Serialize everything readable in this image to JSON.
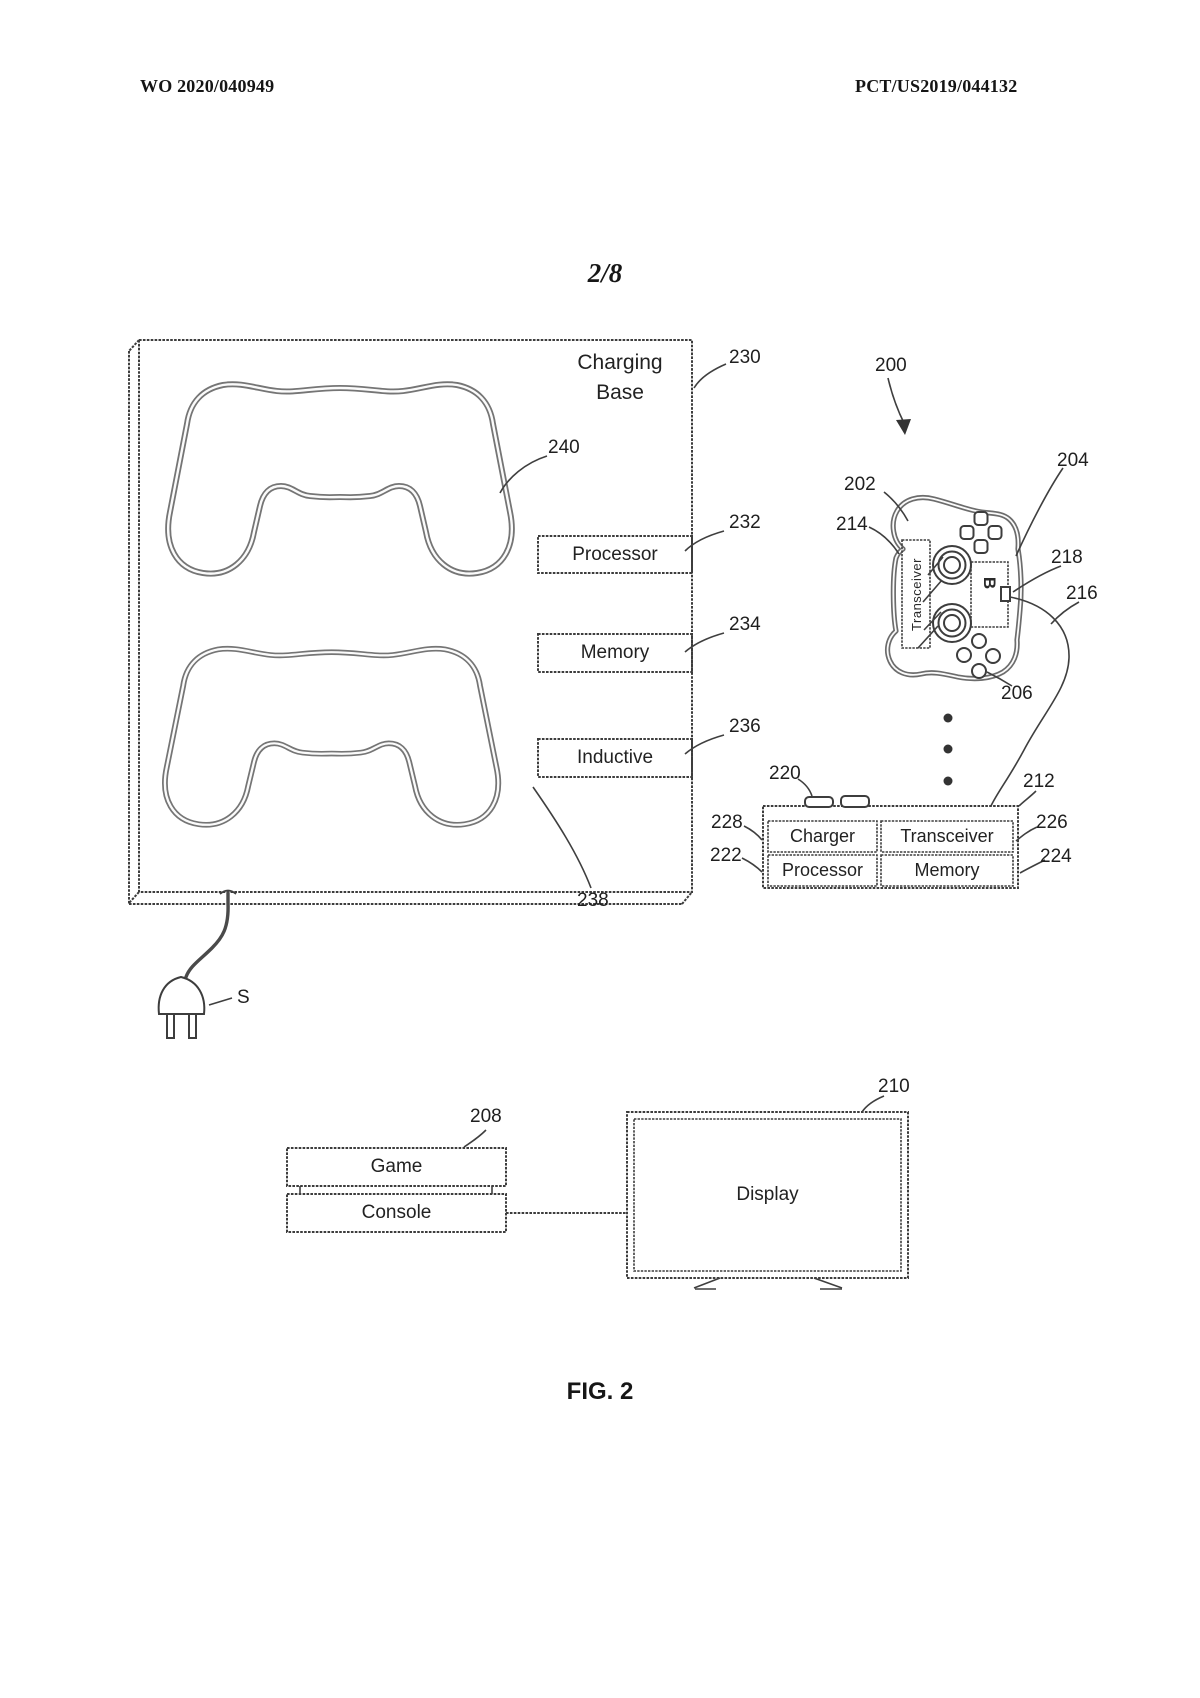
{
  "page": {
    "header_left": "WO 2020/040949",
    "header_right": "PCT/US2019/044132",
    "page_number": "2/8",
    "figure_caption": "FIG. 2"
  },
  "charging_base": {
    "ref": "230",
    "title_line1": "Charging",
    "title_line2": "Base",
    "controller_slot_ref": "240",
    "component_boxes": [
      {
        "label": "Processor",
        "ref": "232"
      },
      {
        "label": "Memory",
        "ref": "234"
      },
      {
        "label": "Inductive",
        "ref": "236"
      }
    ],
    "base_ref": "238",
    "power_plug_label": "S"
  },
  "controller": {
    "system_ref": "200",
    "controller_ref": "202",
    "transceiver_label": "Transceiver",
    "transceiver_ref": "214",
    "right_side_ref": "204",
    "port_ref": "218",
    "cable_ref": "216",
    "buttons_ref": "206",
    "button_label": "B"
  },
  "charging_station": {
    "station_ref": "212",
    "contacts_ref": "220",
    "cells": {
      "charger": {
        "label": "Charger",
        "ref": "228"
      },
      "transceiver": {
        "label": "Transceiver",
        "ref": "226"
      },
      "processor": {
        "label": "Processor",
        "ref": "222"
      },
      "memory": {
        "label": "Memory",
        "ref": "224"
      }
    }
  },
  "console_display": {
    "game_label": "Game",
    "console_label": "Console",
    "console_ref": "208",
    "display_label": "Display",
    "display_ref": "210"
  }
}
